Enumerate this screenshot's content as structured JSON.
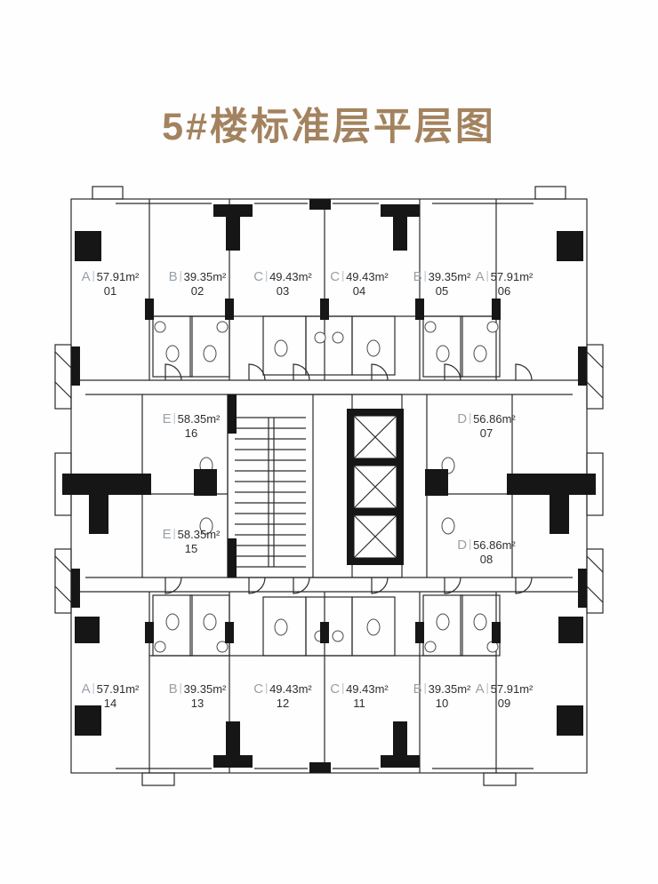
{
  "title": "5#楼标准层平层图",
  "units": [
    {
      "letter": "A",
      "area": "57.91m²",
      "number": "01"
    },
    {
      "letter": "B",
      "area": "39.35m²",
      "number": "02"
    },
    {
      "letter": "C",
      "area": "49.43m²",
      "number": "03"
    },
    {
      "letter": "C",
      "area": "49.43m²",
      "number": "04"
    },
    {
      "letter": "B",
      "area": "39.35m²",
      "number": "05"
    },
    {
      "letter": "A",
      "area": "57.91m²",
      "number": "06"
    },
    {
      "letter": "D",
      "area": "56.86m²",
      "number": "07"
    },
    {
      "letter": "D",
      "area": "56.86m²",
      "number": "08"
    },
    {
      "letter": "A",
      "area": "57.91m²",
      "number": "09"
    },
    {
      "letter": "B",
      "area": "39.35m²",
      "number": "10"
    },
    {
      "letter": "C",
      "area": "49.43m²",
      "number": "11"
    },
    {
      "letter": "C",
      "area": "49.43m²",
      "number": "12"
    },
    {
      "letter": "B",
      "area": "39.35m²",
      "number": "13"
    },
    {
      "letter": "A",
      "area": "57.91m²",
      "number": "14"
    },
    {
      "letter": "E",
      "area": "58.35m²",
      "number": "15"
    },
    {
      "letter": "E",
      "area": "58.35m²",
      "number": "16"
    }
  ],
  "colors": {
    "title": "#a3835f",
    "wall": "#161616",
    "line": "#2b2b2b",
    "unit_letter": "#98a0a8"
  }
}
